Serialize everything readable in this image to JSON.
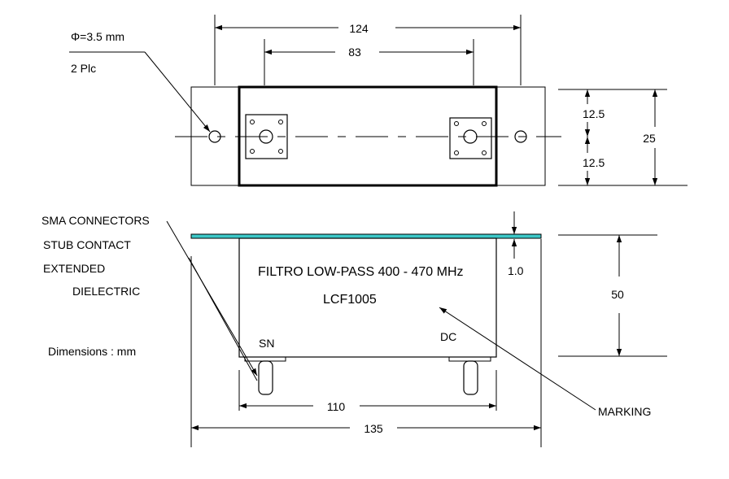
{
  "top_view": {
    "dim_overall": "124",
    "dim_holes": "83",
    "dim_height": "25",
    "dim_half_top": "12.5",
    "dim_half_bottom": "12.5",
    "hole_note": "Φ=3.5 mm",
    "hole_count": "2 Plc"
  },
  "front_view": {
    "title": "FILTRO  LOW-PASS  400 - 470 MHz",
    "model": "LCF1005",
    "port_left": "SN",
    "port_right": "DC",
    "dim_body_width": "110",
    "dim_overall_width": "135",
    "dim_height": "50",
    "dim_plate": "1.0"
  },
  "notes": {
    "connector_line1": "SMA CONNECTORS",
    "connector_line2": "STUB CONTACT",
    "connector_line3": "EXTENDED",
    "connector_line4": "DIELECTRIC",
    "units": "Dimensions : mm",
    "marking": "MARKING"
  },
  "colors": {
    "plate": "#3cc8c8",
    "line": "#000000"
  }
}
